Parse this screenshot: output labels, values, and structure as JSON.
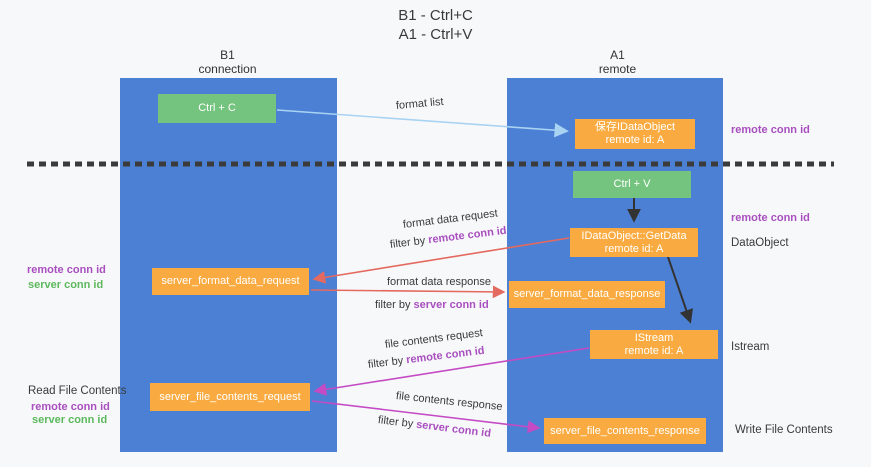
{
  "colors": {
    "background": "#f7f8fa",
    "column_blue": "#4c80d4",
    "box_orange": "#f9ab41",
    "box_green": "#74c37e",
    "arrow_red": "#e4695e",
    "arrow_magenta": "#c44bc4",
    "arrow_light_blue": "#a9d3f3",
    "arrow_black": "#333333",
    "text_purple": "#a94fc0",
    "text_green": "#5cb85c",
    "text_dark": "#3a3a3a"
  },
  "title": {
    "line1": "B1 - Ctrl+C",
    "line2": "A1 - Ctrl+V"
  },
  "columns": {
    "left": {
      "name": "B1",
      "subtitle": "connection"
    },
    "right": {
      "name": "A1",
      "subtitle": "remote"
    }
  },
  "boxes": {
    "ctrl_c": {
      "label": "Ctrl + C"
    },
    "ctrl_v": {
      "label": "Ctrl + V"
    },
    "save_dataobject": {
      "line1": "保存IDataObject",
      "line2": "remote id: A"
    },
    "getdata": {
      "line1": "IDataObject::GetData",
      "line2": "remote id: A"
    },
    "istream": {
      "line1": "IStream",
      "line2": "remote id: A"
    },
    "format_request": {
      "label": "server_format_data_request"
    },
    "format_response": {
      "label": "server_format_data_response"
    },
    "file_request": {
      "label": "server_file_contents_request"
    },
    "file_response": {
      "label": "server_file_contents_response"
    }
  },
  "left_labels": {
    "format": {
      "remote": "remote conn id",
      "server": "server conn id"
    },
    "file": {
      "title": "Read File Contents",
      "remote": "remote conn id",
      "server": "server conn id"
    }
  },
  "right_labels": {
    "remote_conn_id_top": "remote conn id",
    "remote_conn_id_mid": "remote conn id",
    "dataobject": "DataObject",
    "istream": "Istream",
    "write_file": "Write File Contents"
  },
  "arrow_labels": {
    "format_list": "format list",
    "format_request": {
      "line1": "format data request",
      "filter": "filter by ",
      "conn": "remote conn id"
    },
    "format_response": {
      "line1": "format data response",
      "filter": "filter by ",
      "conn": "server conn id"
    },
    "file_request": {
      "line1": "file contents request",
      "filter": "filter by ",
      "conn": "remote conn id"
    },
    "file_response": {
      "line1": "file contents response",
      "filter": "filter by ",
      "conn": "server conn id"
    }
  }
}
